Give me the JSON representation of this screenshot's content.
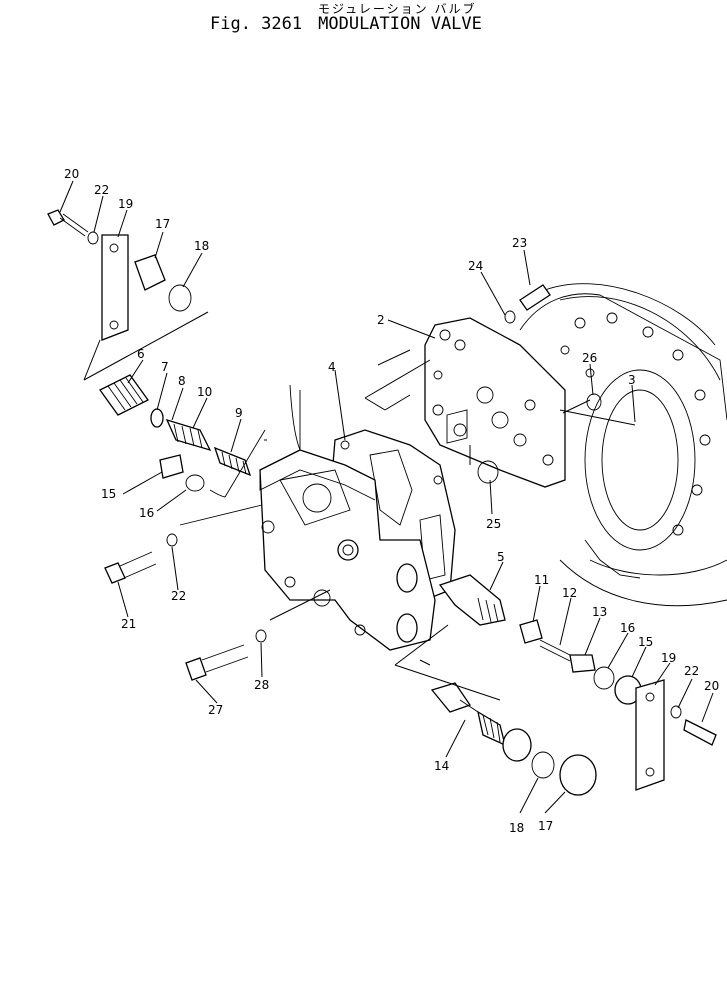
{
  "header": {
    "title_jp": "モジュレーション バルブ",
    "fig_label": "Fig. 3261",
    "title": "MODULATION VALVE"
  },
  "callouts": [
    "20",
    "22",
    "19",
    "17",
    "18",
    "6",
    "7",
    "8",
    "10",
    "9",
    "15",
    "16",
    "22",
    "21",
    "27",
    "28",
    "4",
    "2",
    "24",
    "23",
    "26",
    "3",
    "25",
    "5",
    "11",
    "12",
    "13",
    "16",
    "15",
    "19",
    "22",
    "20",
    "14",
    "18",
    "17"
  ]
}
